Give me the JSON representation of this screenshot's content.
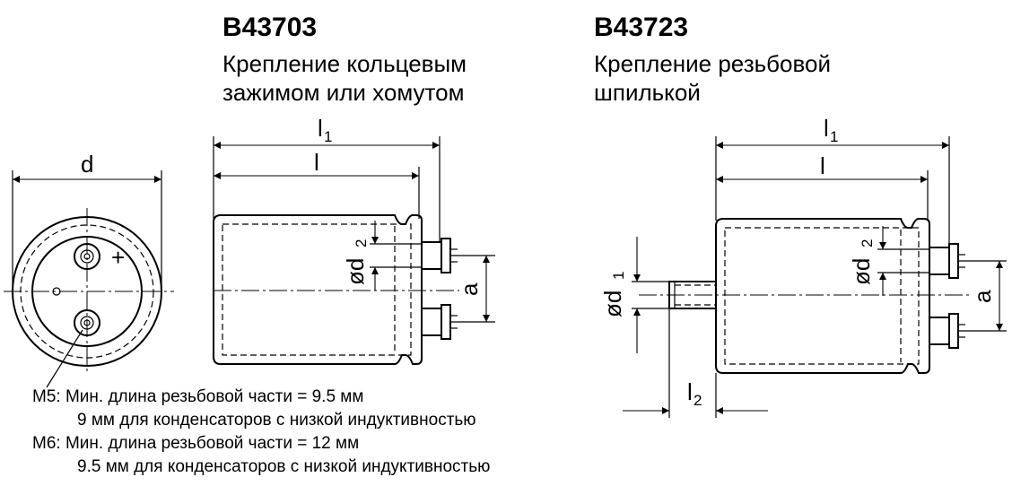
{
  "left_model": {
    "title": "B43703",
    "subtitle_line1": "Крепление кольцевым",
    "subtitle_line2": "зажимом или хомутом"
  },
  "right_model": {
    "title": "B43723",
    "subtitle_line1": "Крепление резьбовой",
    "subtitle_line2": "шпилькой"
  },
  "dimensions": {
    "d": "d",
    "l": "l",
    "l1_main": "l",
    "l1_sub": "1",
    "l2_main": "l",
    "l2_sub": "2",
    "od2_main": "ød",
    "od2_sub": "2",
    "od1_main": "ød",
    "od1_sub": "1",
    "a": "a",
    "plus": "+"
  },
  "notes": {
    "m5_line1": "M5: Мин. длина резьбовой части = 9.5 мм",
    "m5_line2": "9 мм для конденсаторов с низкой индуктивностью",
    "m6_line1": "M6: Мин. длина резьбовой части = 12 мм",
    "m6_line2": "9.5 мм для конденсаторов с низкой индуктивностью"
  }
}
